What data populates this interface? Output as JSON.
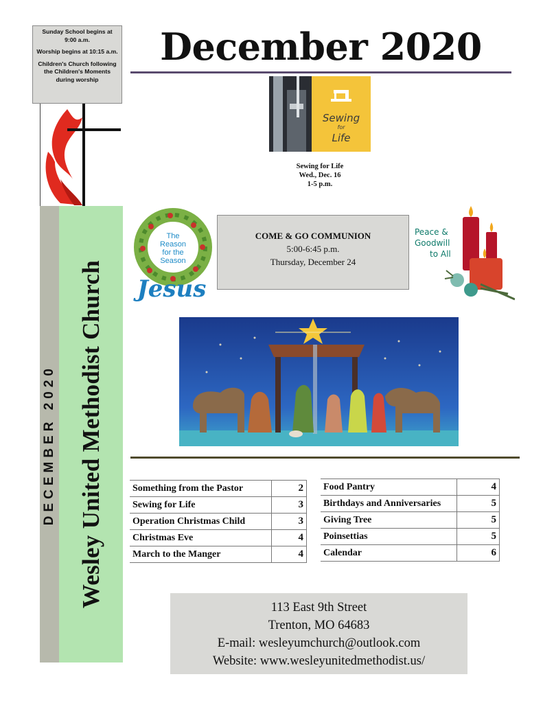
{
  "notice": {
    "line1": "Sunday School begins at 9:00 a.m.",
    "line2": "Worship begins at 10:15 a.m.",
    "line3": "Children's Church following the Children's Moments during worship"
  },
  "sidebar": {
    "date": "DECEMBER 2020",
    "church_name": "Wesley United Methodist Church"
  },
  "masthead": {
    "title": "December 2020"
  },
  "sewing": {
    "image_text_line1": "Sewing",
    "image_text_line2": "for",
    "image_text_line3": "Life",
    "caption_line1": "Sewing for Life",
    "caption_line2": "Wed., Dec. 16",
    "caption_line3": "1-5 p.m."
  },
  "wreath": {
    "text_line1": "The",
    "text_line2": "Reason",
    "text_line3": "for the",
    "text_line4": "Season",
    "script": "Jesus"
  },
  "communion": {
    "title": "COME & GO COMMUNION",
    "time": "5:00-6:45 p.m.",
    "date": "Thursday, December 24"
  },
  "candles": {
    "line1": "Peace &",
    "line2": "Goodwill",
    "line3": "to All"
  },
  "contents_left": [
    {
      "title": "Something from the Pastor",
      "page": "2"
    },
    {
      "title": "Sewing for Life",
      "page": "3"
    },
    {
      "title": "Operation Christmas Child",
      "page": "3"
    },
    {
      "title": "Christmas Eve",
      "page": "4"
    },
    {
      "title": "March to the Manger",
      "page": "4"
    }
  ],
  "contents_right": [
    {
      "title": "Food Pantry",
      "page": "4"
    },
    {
      "title": "Birthdays and Anniversaries",
      "page": "5"
    },
    {
      "title": "Giving Tree",
      "page": "5"
    },
    {
      "title": "Poinsettias",
      "page": "5"
    },
    {
      "title": "Calendar",
      "page": "6"
    }
  ],
  "address": {
    "street": "113 East 9th Street",
    "city": "Trenton, MO  64683",
    "email": "E-mail: wesleyumchurch@outlook.com",
    "website": "Website: www.wesleyunitedmethodist.us/"
  },
  "colors": {
    "sidebar_green": "#b3e4b0",
    "sidebar_gray": "#b7b9ac",
    "box_gray": "#d9d9d6",
    "flame_red": "#e02a1f"
  }
}
